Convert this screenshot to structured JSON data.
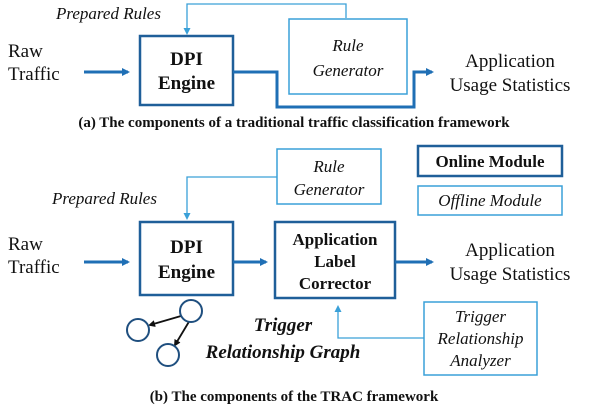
{
  "diagram_a": {
    "prepared_rules": "Prepared Rules",
    "raw_traffic_1": "Raw",
    "raw_traffic_2": "Traffic",
    "dpi_engine_1": "DPI",
    "dpi_engine_2": "Engine",
    "rule_generator_1": "Rule",
    "rule_generator_2": "Generator",
    "app_usage_1": "Application",
    "app_usage_2": "Usage Statistics",
    "caption": "(a) The components of a traditional traffic classification framework"
  },
  "diagram_b": {
    "rule_generator_1": "Rule",
    "rule_generator_2": "Generator",
    "prepared_rules": "Prepared Rules",
    "raw_traffic_1": "Raw",
    "raw_traffic_2": "Traffic",
    "dpi_engine_1": "DPI",
    "dpi_engine_2": "Engine",
    "corrector_1": "Application",
    "corrector_2": "Label",
    "corrector_3": "Corrector",
    "app_usage_1": "Application",
    "app_usage_2": "Usage Statistics",
    "trigger_graph_1": "Trigger",
    "trigger_graph_2": "Relationship Graph",
    "analyzer_1": "Trigger",
    "analyzer_2": "Relationship",
    "analyzer_3": "Analyzer",
    "caption": "(b) The components of the TRAC framework"
  },
  "legend": {
    "online": "Online Module",
    "offline": "Offline Module"
  },
  "colors": {
    "online_border": "#1f5f99",
    "offline_border": "#3aa0d8",
    "arrow": "#1f6fb5"
  }
}
